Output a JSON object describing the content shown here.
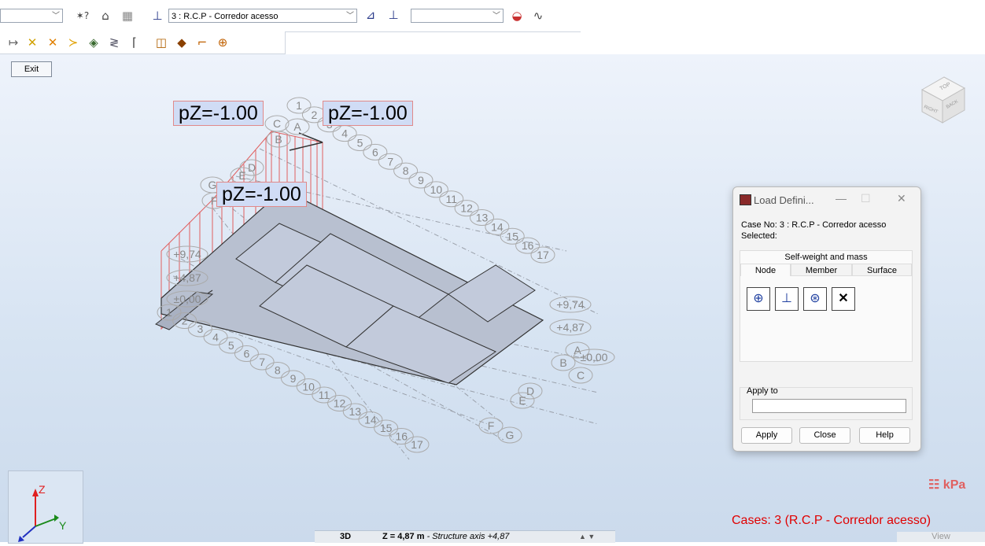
{
  "toolbar": {
    "load_case_combo": "3 : R.C.P - Corredor acesso",
    "tool_help_glyph": "✶?"
  },
  "viewport": {
    "exit_label": "Exit",
    "load_labels": [
      "pZ=-1.00",
      "pZ=-1.00",
      "pZ=-1.00"
    ],
    "grid_numbers_top": [
      "1",
      "2",
      "3",
      "4",
      "5",
      "6",
      "7",
      "8",
      "9",
      "10",
      "11",
      "12",
      "13",
      "14",
      "15",
      "16",
      "17"
    ],
    "grid_numbers_bottom": [
      "1",
      "2",
      "3",
      "4",
      "5",
      "6",
      "7",
      "8",
      "9",
      "10",
      "11",
      "12",
      "13",
      "14",
      "15",
      "16",
      "17"
    ],
    "grid_letters": [
      "A",
      "B",
      "C",
      "D",
      "E",
      "F",
      "G"
    ],
    "levels_left": [
      "+9,74",
      "+4,87",
      "±0,00"
    ],
    "levels_right": [
      "+9,74",
      "+4,87",
      "±0,00"
    ],
    "axes": {
      "z": "Z",
      "y": "Y"
    },
    "viewcube": {
      "top": "TOP",
      "right": "RIGHT",
      "back": "BACK"
    }
  },
  "dialog": {
    "title": "Load Defini...",
    "case_line": "Case No: 3 : R.C.P - Corredor acesso",
    "selected_label": "Selected:",
    "tab_group": "Self-weight and mass",
    "tabs": [
      "Node",
      "Member",
      "Surface"
    ],
    "apply_to_label": "Apply to",
    "apply_to_value": "",
    "buttons": {
      "apply": "Apply",
      "close": "Close",
      "help": "Help"
    }
  },
  "status": {
    "units": "kPa",
    "cases": "Cases: 3 (R.C.P - Corredor acesso)",
    "view_mode": "3D",
    "z_value": "Z = 4,87 m",
    "z_desc": " - Structure axis +4,87",
    "view_label": "View"
  },
  "colors": {
    "load_red": "#e06060",
    "status_red": "#e00000",
    "slab_fill": "#b8c0d0"
  }
}
